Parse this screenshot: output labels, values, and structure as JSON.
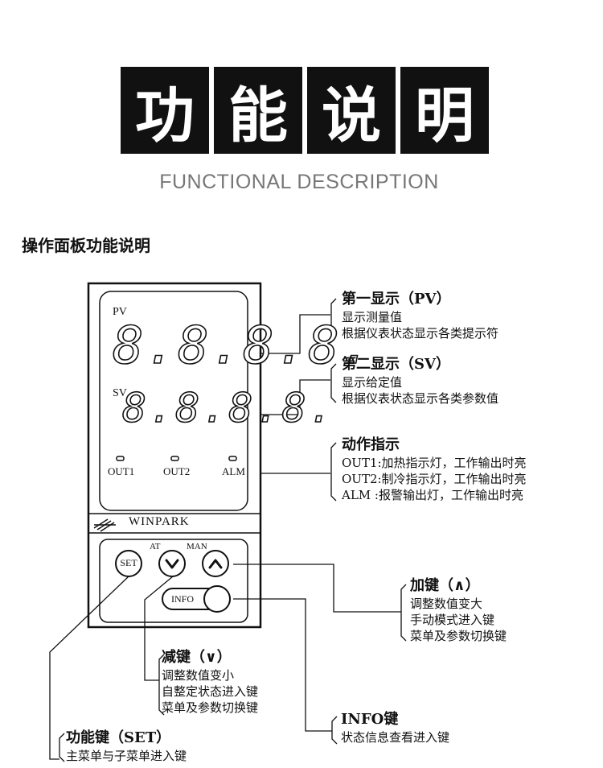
{
  "title_chars": [
    "功",
    "能",
    "说",
    "明"
  ],
  "subtitle": "FUNCTIONAL DESCRIPTION",
  "section_title": "操作面板功能说明",
  "device": {
    "pv_label": "PV",
    "sv_label": "SV",
    "pv_display": "8.8.8.8.",
    "sv_display": "8.8.8.8.",
    "indicators": [
      "OUT1",
      "OUT2",
      "ALM"
    ],
    "brand": "WINPARK",
    "key_set": "SET",
    "key_at": "AT",
    "key_man": "MAN",
    "key_info": "INFO"
  },
  "annotations": {
    "pv": {
      "heading": "第一显示（PV）",
      "lines": [
        "显示测量值",
        "根据仪表状态显示各类提示符"
      ]
    },
    "sv": {
      "heading": "第二显示（SV）",
      "lines": [
        "显示给定值",
        "根据仪表状态显示各类参数值"
      ]
    },
    "action": {
      "heading": "动作指示",
      "lines": [
        "OUT1:加热指示灯，工作输出时亮",
        "OUT2:制冷指示灯，工作输出时亮",
        "ALM :报警输出灯，工作输出时亮"
      ]
    },
    "up": {
      "heading": "加键（∧）",
      "lines": [
        "调整数值变大",
        "手动模式进入键",
        "菜单及参数切换键"
      ]
    },
    "down": {
      "heading": "减键（∨）",
      "lines": [
        "调整数值变小",
        "自整定状态进入键",
        "菜单及参数切换键"
      ]
    },
    "info": {
      "heading": "INFO键",
      "lines": [
        "状态信息查看进入键"
      ]
    },
    "set": {
      "heading": "功能键（SET）",
      "lines": [
        "主菜单与子菜单进入键"
      ]
    }
  }
}
